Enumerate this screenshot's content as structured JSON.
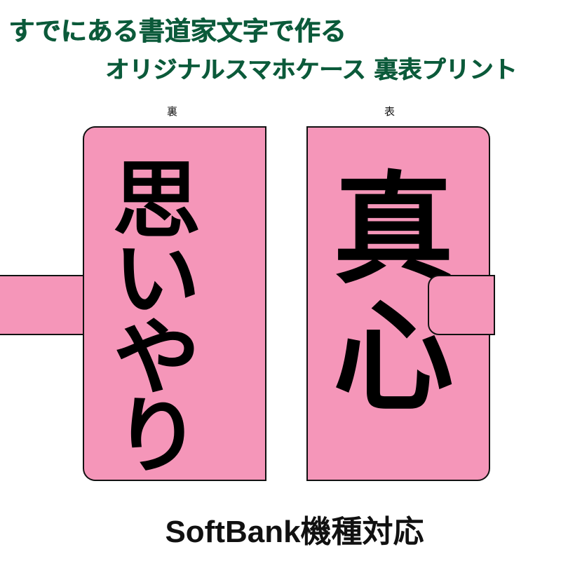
{
  "headline": {
    "line1": "すでにある書道家文字で作る",
    "line2": "オリジナルスマホケース 裏表プリント"
  },
  "labels": {
    "back": "裏",
    "front": "表"
  },
  "case": {
    "back_text": "思いやり",
    "front_text": "真心",
    "case_color": "#f596b9",
    "outline_color": "#111111"
  },
  "footer": {
    "carrier_text": "SoftBank機種対応"
  },
  "colors": {
    "headline": "#0b5a3a"
  }
}
